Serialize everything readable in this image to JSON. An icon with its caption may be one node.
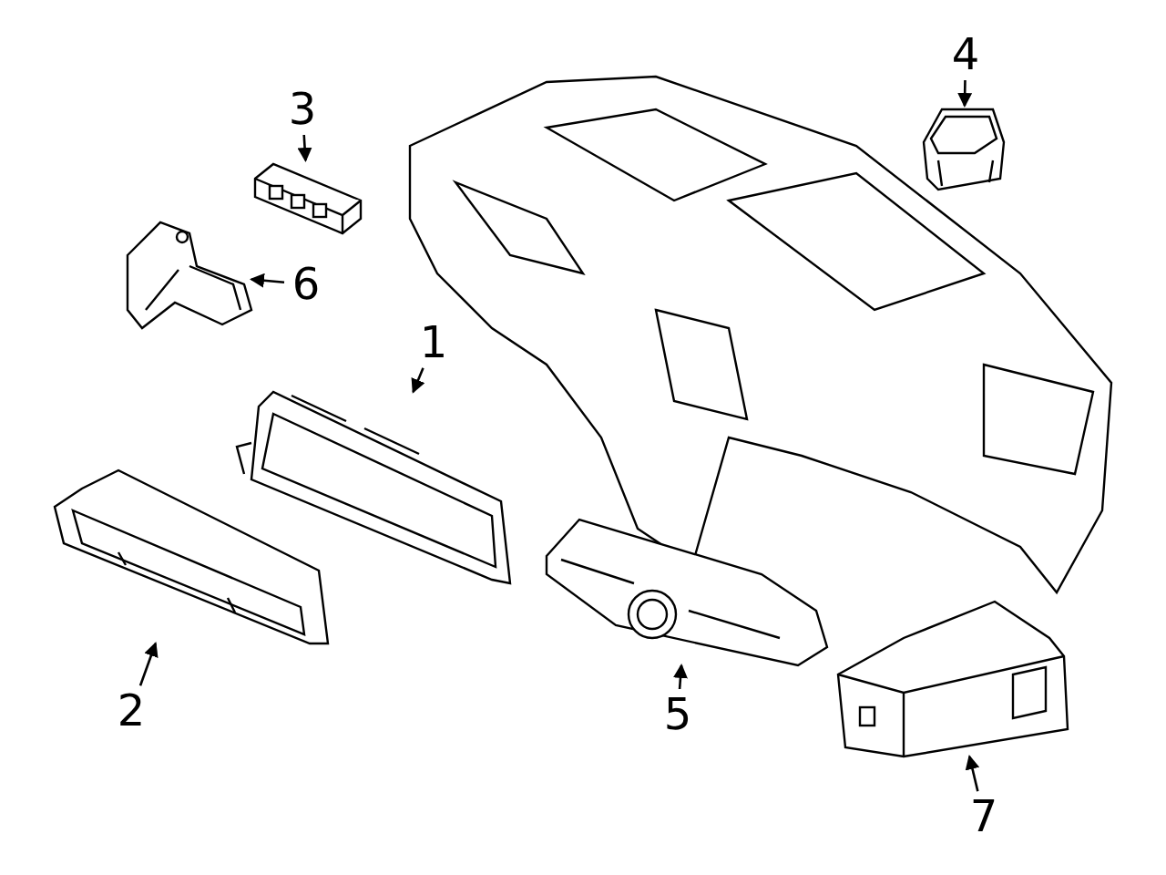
{
  "diagram": {
    "nodes": [
      {
        "text": [
          "1"
        ]
      },
      {
        "text": [
          "2"
        ]
      },
      {
        "text": [
          "3"
        ]
      },
      {
        "text": [
          "4"
        ]
      },
      {
        "text": [
          "5"
        ]
      },
      {
        "text": [
          "6"
        ]
      },
      {
        "text": [
          "7"
        ]
      },
      {
        "text": [],
        "shape": "picture"
      },
      {
        "text": [],
        "shape": "picture"
      },
      {
        "text": [],
        "shape": "picture"
      },
      {
        "text": [],
        "shape": "picture"
      },
      {
        "text": [],
        "shape": "picture"
      },
      {
        "text": [],
        "shape": "picture"
      },
      {
        "text": [],
        "shape": "picture"
      }
    ],
    "edges": [
      {
        "from": 0,
        "to": 7,
        "arrow": "to"
      },
      {
        "from": 1,
        "to": 8,
        "arrow": "to"
      },
      {
        "from": 2,
        "to": 9,
        "arrow": "to"
      },
      {
        "from": 3,
        "to": 10,
        "arrow": "to"
      },
      {
        "from": 4,
        "to": 11,
        "arrow": "to"
      },
      {
        "from": 5,
        "to": 12,
        "arrow": "to"
      },
      {
        "from": 6,
        "to": 13,
        "arrow": "to"
      }
    ]
  }
}
